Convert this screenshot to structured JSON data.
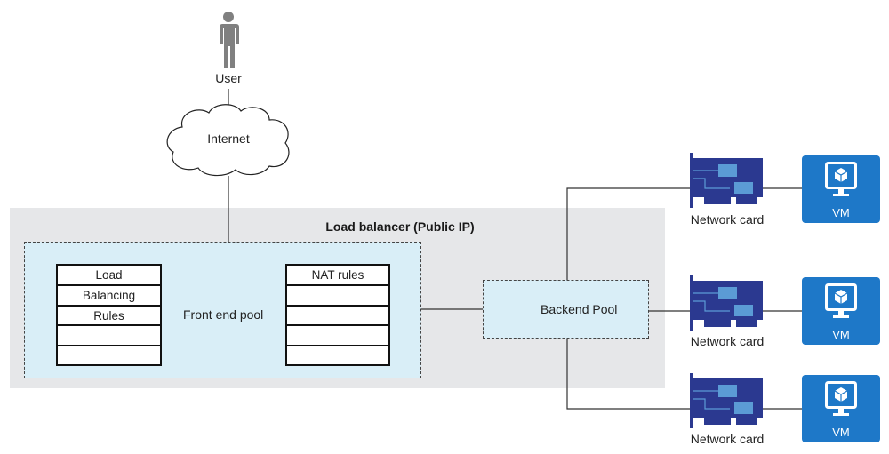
{
  "user": {
    "label": "User",
    "icon": "person-icon"
  },
  "internet": {
    "label": "Internet",
    "icon": "cloud-icon"
  },
  "load_balancer": {
    "title": "Load balancer (Public IP)",
    "front_end_pool": {
      "label": "Front end pool",
      "load_balancing_rules": [
        "Load",
        "Balancing",
        "Rules",
        "",
        ""
      ],
      "nat_rules": [
        "NAT rules",
        "",
        "",
        "",
        ""
      ]
    },
    "backend_pool": {
      "label": "Backend Pool"
    }
  },
  "backends": [
    {
      "nic_label": "Network card",
      "vm_label": "VM"
    },
    {
      "nic_label": "Network card",
      "vm_label": "VM"
    },
    {
      "nic_label": "Network card",
      "vm_label": "VM"
    }
  ],
  "colors": {
    "lb_region": "#e6e7e9",
    "pool_fill": "#d9eef7",
    "nic_dark": "#2b3990",
    "nic_chip": "#5b9bd5",
    "vm_blue": "#1e78c8",
    "user_gray": "#808080"
  }
}
